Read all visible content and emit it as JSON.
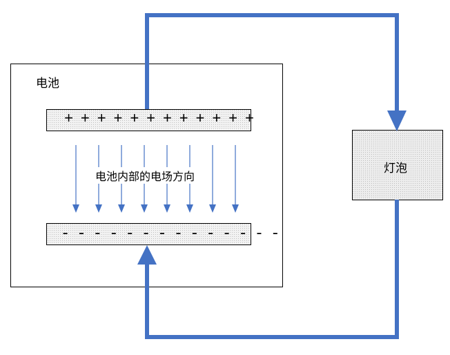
{
  "battery": {
    "label": "电池"
  },
  "positive_plate": {
    "symbols": "+ + + + + + + + + + + +"
  },
  "negative_plate": {
    "symbols": "- - - - - - - - - - - - - -"
  },
  "field": {
    "label": "电池内部的电场方向",
    "arrow_count": 8
  },
  "bulb": {
    "label": "灯泡"
  },
  "colors": {
    "wire": "#4472C4",
    "field_arrow": "#4472C4",
    "plate_fill": "#EBEBEB",
    "bulb_fill": "#E5E5E5",
    "outline": "#000000"
  }
}
